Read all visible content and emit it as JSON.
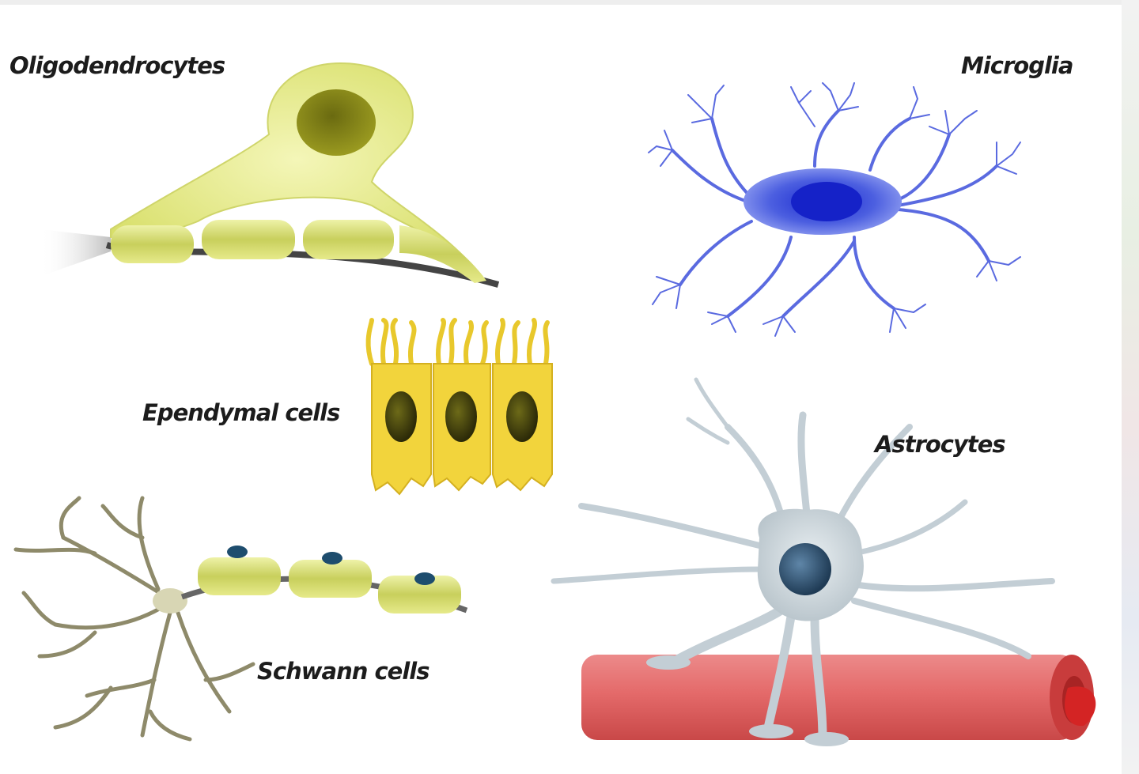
{
  "labels": {
    "oligodendrocytes": "Oligodendrocytes",
    "microglia": "Microglia",
    "ependymal": "Ependymal cells",
    "astrocytes": "Astrocytes",
    "schwann": "Schwann cells"
  },
  "colors": {
    "myelin_yellow": "#e6ea8a",
    "ependymal_yellow": "#f2d43c",
    "microglia_blue": "#3d4fd6",
    "astrocyte_grey": "#c9d4da",
    "vessel_red": "#e06464"
  }
}
